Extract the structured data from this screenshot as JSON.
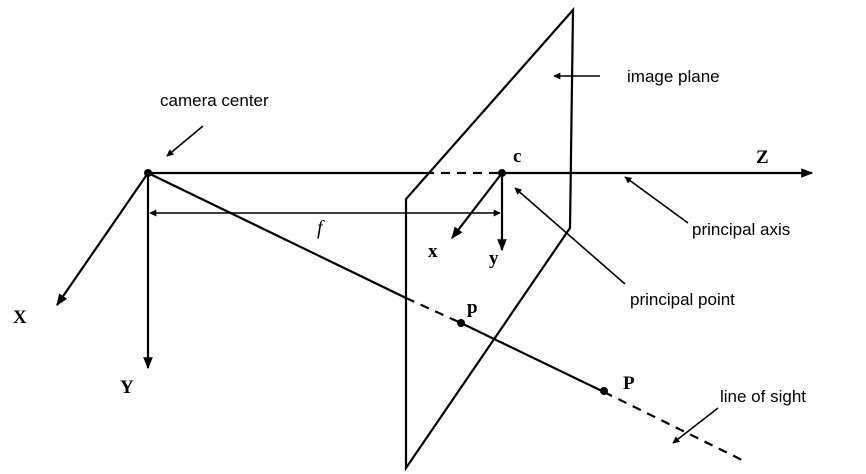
{
  "labels": {
    "camera_center": "camera center",
    "image_plane": "image plane",
    "principal_axis": "principal axis",
    "principal_point": "principal point",
    "line_of_sight": "line of sight",
    "axis_X": "X",
    "axis_Y": "Y",
    "axis_Z": "Z",
    "axis_x": "x",
    "axis_y": "y",
    "point_c": "c",
    "point_p": "p",
    "point_P": "P",
    "focal_length": "f"
  }
}
